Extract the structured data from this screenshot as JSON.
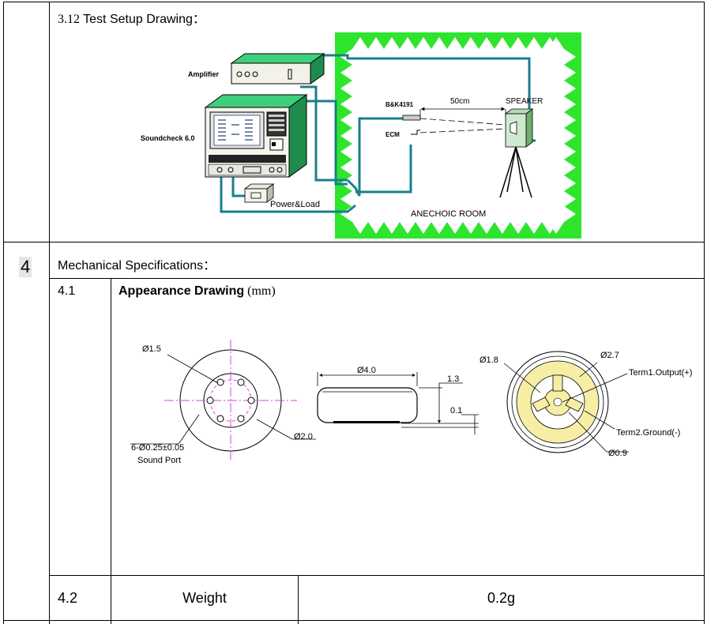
{
  "section_312": {
    "number": "3.12",
    "title": " Test Setup Drawing："
  },
  "setup": {
    "amplifier": "Amplifier",
    "soundcheck": "Soundcheck 6.0",
    "power_load": "Power&Load",
    "bk": "B&K4191",
    "ecm": "ECM",
    "distance": "50cm",
    "speaker": "SPEAKER",
    "room": "ANECHOIC ROOM"
  },
  "section_4": {
    "number": "4",
    "title": "Mechanical Specifications："
  },
  "section_41": {
    "number": "4.1",
    "title_bold": "Appearance Drawing",
    "title_unit": " (mm)"
  },
  "drawing": {
    "d15": "Ø1.5",
    "holes": "6-Ø0.25±0.05",
    "sound_port": "Sound Port",
    "d20": "Ø2.0",
    "d40": "Ø4.0",
    "h13": "1.3",
    "h01": "0.1",
    "d18": "Ø1.8",
    "d27": "Ø2.7",
    "term1": "Term1.Output(+)",
    "term2": "Term2.Ground(-)",
    "d09": "Ø0.9"
  },
  "section_42": {
    "number": "4.2",
    "label": "Weight",
    "value": "0.2g"
  }
}
